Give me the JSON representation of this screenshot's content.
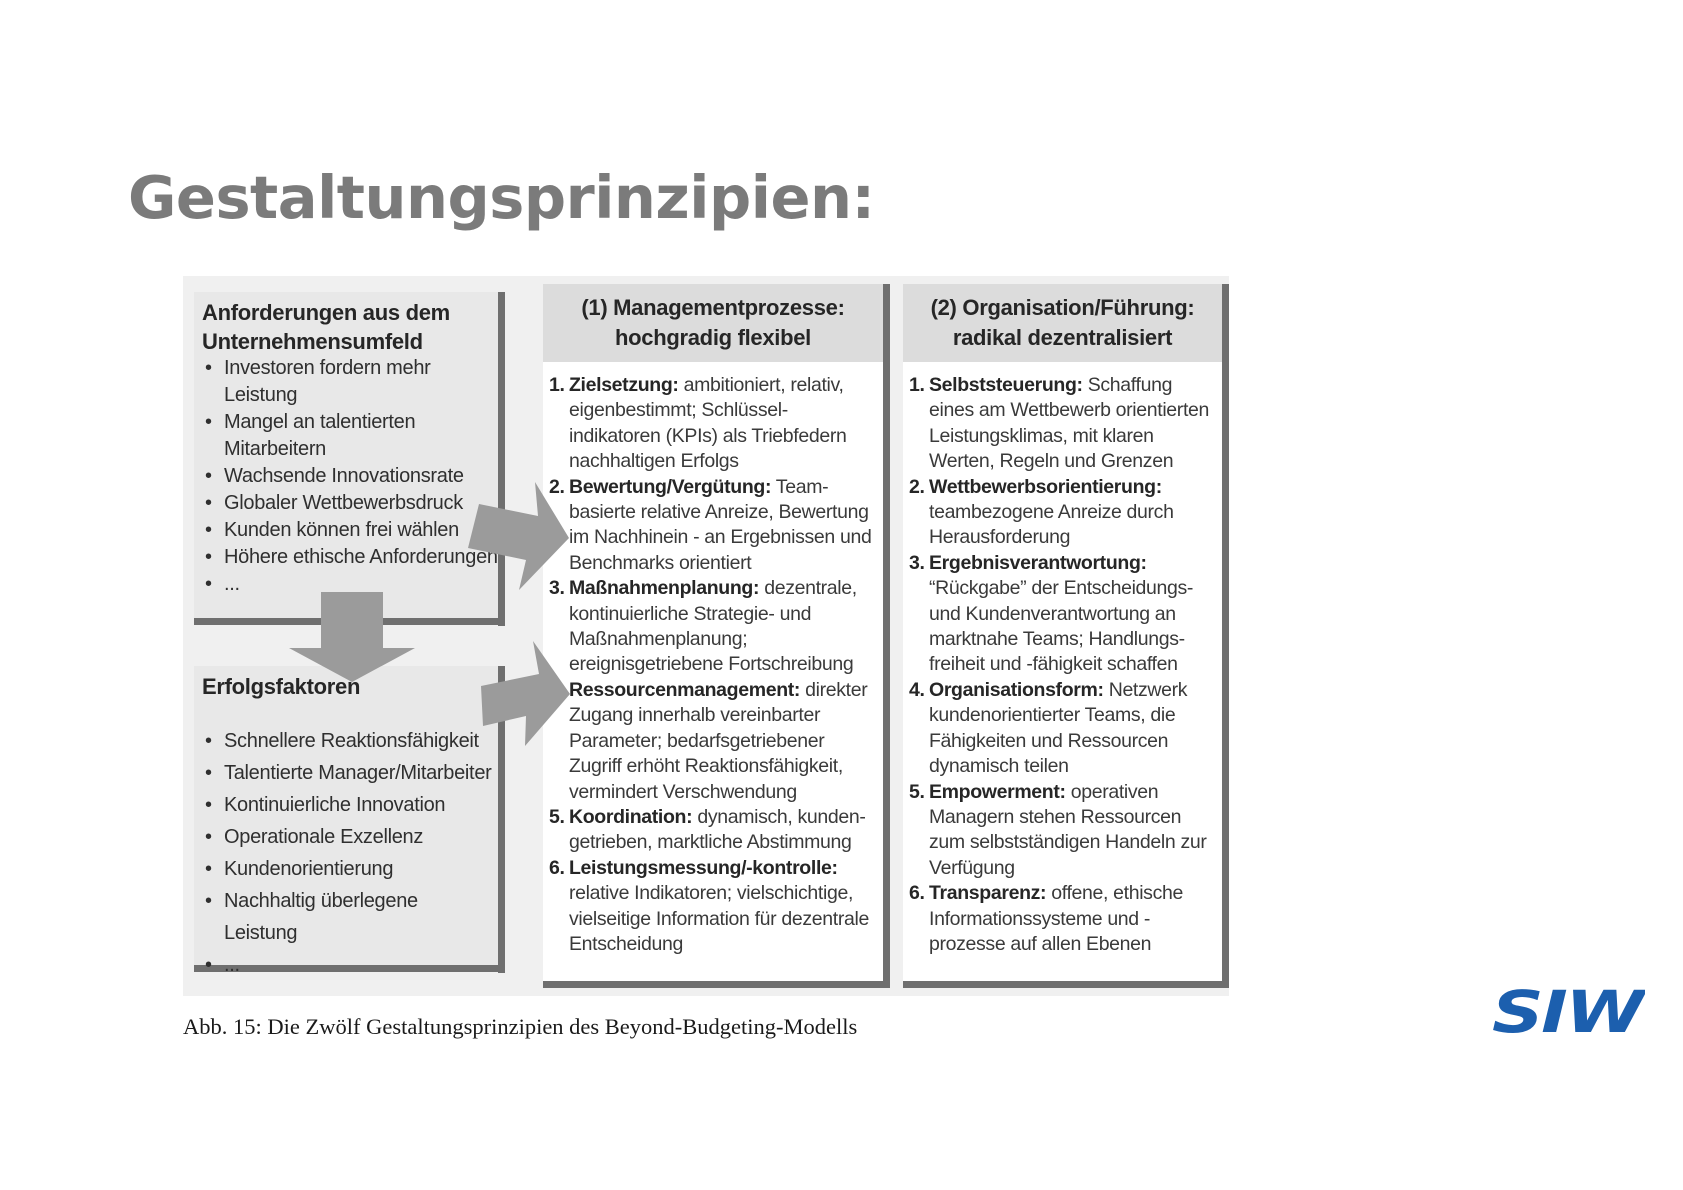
{
  "slide": {
    "title": "Gestaltungsprinzipien:"
  },
  "figure": {
    "requirements": {
      "heading": "Anforderungen aus dem Unternehmensumfeld",
      "items": [
        "Investoren fordern mehr Leistung",
        "Mangel an talentierten Mitarbeitern",
        "Wachsende Innovationsrate",
        "Globaler Wettbewerbsdruck",
        "Kunden können frei wählen",
        "Höhere ethische Anforderungen",
        "..."
      ]
    },
    "success_factors": {
      "heading": "Erfolgsfaktoren",
      "items": [
        "Schnellere Reaktionsfähigkeit",
        "Talentierte Manager/Mitarbeiter",
        "Kontinuierliche Innovation",
        "Operationale Exzellenz",
        "Kundenorientierung",
        "Nachhaltig überlegene Leistung",
        "..."
      ]
    },
    "management": {
      "heading_line1": "(1) Managementprozesse:",
      "heading_line2": "hochgradig flexibel",
      "items": [
        {
          "num": "1.",
          "key": "Zielsetzung:",
          "text": " ambitioniert, relativ, eigenbestimmt; Schlüssel-indikatoren (KPIs) als Triebfedern nachhaltigen Erfolgs"
        },
        {
          "num": "2.",
          "key": "Bewertung/Vergütung:",
          "text": " Team-basierte relative Anreize, Bewertung im Nachhinein - an Ergebnissen und Benchmarks orientiert"
        },
        {
          "num": "3.",
          "key": "Maßnahmenplanung:",
          "text": " dezentrale, kontinuierliche Strategie- und Maßnahmenplanung; ereignisgetriebene Fortschreibung"
        },
        {
          "num": "4.",
          "key": "Ressourcenmanagement:",
          "text": " direkter Zugang innerhalb vereinbarter Parameter; bedarfsgetriebener Zugriff erhöht Reaktionsfähigkeit, vermindert Verschwendung"
        },
        {
          "num": "5.",
          "key": "Koordination:",
          "text": " dynamisch, kunden-getrieben, marktliche Abstimmung"
        },
        {
          "num": "6.",
          "key": "Leistungsmessung/-kontrolle:",
          "text": " relative Indikatoren; vielschichtige, vielseitige Information für dezentrale Entscheidung"
        }
      ]
    },
    "organisation": {
      "heading_line1": "(2) Organisation/Führung:",
      "heading_line2": "radikal dezentralisiert",
      "items": [
        {
          "num": "1.",
          "key": "Selbststeuerung:",
          "text": " Schaffung eines am Wettbewerb orientierten Leistungsklimas, mit klaren Werten, Regeln und Grenzen"
        },
        {
          "num": "2.",
          "key": "Wettbewerbsorientierung:",
          "text": " teambezogene Anreize durch Herausforderung"
        },
        {
          "num": "3.",
          "key": "Ergebnisverantwortung:",
          "text": " “Rückgabe” der Entscheidungs- und Kundenverantwortung an marktnahe Teams; Handlungs-freiheit und -fähigkeit schaffen"
        },
        {
          "num": "4.",
          "key": "Organisationsform:",
          "text": " Netzwerk kundenorientierter Teams, die Fähigkeiten und Ressourcen dynamisch teilen"
        },
        {
          "num": "5.",
          "key": "Empowerment:",
          "text": " operativen Managern stehen Ressourcen zum selbstständigen Handeln zur Verfügung"
        },
        {
          "num": "6.",
          "key": "Transparenz:",
          "text": " offene, ethische Informationssysteme und -prozesse auf allen Ebenen"
        }
      ]
    },
    "caption": "Abb. 15: Die Zwölf Gestaltungsprinzipien des Beyond-Budgeting-Modells"
  },
  "logo": {
    "text": "SIW",
    "color": "#1c5fae"
  },
  "colors": {
    "title": "#7b7b7b",
    "figure_bg": "#f0f0f0",
    "box_grey": "#e8e8e8",
    "header_grey": "#dcdcdc",
    "arrow_grey": "#9b9b9b",
    "shadow": "#6f6f6f"
  }
}
